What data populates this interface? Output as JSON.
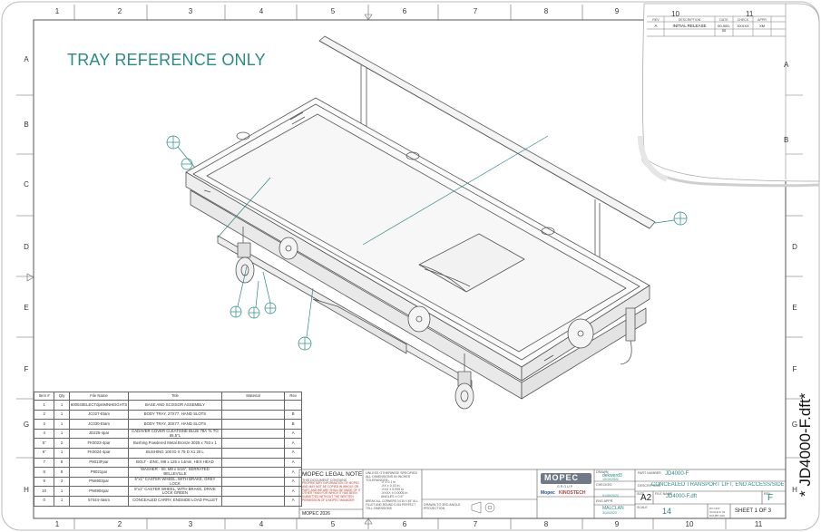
{
  "drawing": {
    "title": "TRAY REFERENCE ONLY",
    "file_label": "* JD4000-F.dft*",
    "zones_columns": [
      "1",
      "2",
      "3",
      "4",
      "5",
      "6",
      "7",
      "8",
      "9",
      "10",
      "11"
    ],
    "zones_rows": [
      "A",
      "B",
      "C",
      "D",
      "E",
      "F",
      "G",
      "H"
    ]
  },
  "bom": {
    "headers": [
      "Item #",
      "Qty",
      "File Name",
      "Title",
      "Material",
      "Rev"
    ],
    "rows": [
      [
        "1",
        "1",
        "600040ELECTdpmMNHEIGHTS",
        "BASE AND SCISSOR ASSEMBLY",
        "",
        ""
      ],
      [
        "2",
        "1",
        "JC027-Etam",
        "BODY TRAY, 27X77, HAND SLOTS",
        "",
        "B"
      ],
      [
        "3",
        "1",
        "JC030-Etam",
        "BODY TRAY, 30X77, HAND SLOTS",
        "",
        "B"
      ],
      [
        "4",
        "1",
        "JD225-4par",
        "CADAVER COVER CLEATISNE BLUE 78A ?L TO 65.5\"L",
        "",
        "A"
      ],
      [
        "5\"",
        "2",
        "FK0023-4par",
        "Bushing Powdered Metal Bronze 3025 x 753 x 1",
        "",
        "A"
      ],
      [
        "6\"",
        "1",
        "FK0024-4par",
        "BUSHING 100 ID X 75 D X1 20 L",
        "",
        "A"
      ],
      [
        "7",
        "8",
        "P8013Fpar",
        "BOLT - ZINC, M8 x 125 x 14mm, HEX HEAD",
        "",
        "A"
      ],
      [
        "8",
        "8",
        "P8021par",
        "WASHER - 50, M8 x 5/16\", SERRATED BELLEVILLE",
        "",
        "A"
      ],
      [
        "9",
        "3",
        "PN6903par",
        "5\"x1\" CASTER WHEEL, WITH BRAKE, GREY LOCK",
        "",
        "A"
      ],
      [
        "10",
        "1",
        "PN6904par",
        "5\"x1\" CASTER WHEEL, WITH BRAKE, DRIVE LOCK GREEN",
        "",
        "A"
      ],
      [
        "0",
        "1",
        "57444-4asm",
        "CONCEALED CARRY, ENDSIDE LOAD PALLET",
        "",
        "A"
      ]
    ]
  },
  "title_block": {
    "legal_heading": "MOPEC LEGAL NOTE",
    "legal_sub": "THIS DOCUMENT CONTAINS",
    "legal_body": "PROPRIETARY INFORMATION OF MOPEC AND MAY NOT BE COPIED IN WHOLE OR PART, AND WE ARE SHALL BE MADE OF IT OTHER THAN FOR WHICH IT HAS BEEN SUBMITTED WITHOUT THE WRITTEN PERMISSION OF A MOPEC MANAGER",
    "copyright": "MOPEC 2026",
    "tolerance_heading": "UNLESS OTHERWISE SPECIFIED ALL DIMENSIONS IN INCHES TOLERANCES:",
    "tolerances": [
      ".X   ± 0.1 in",
      ".XX   ± 0.03 in",
      ".XXX   ± 0.005 in",
      ".XXXX   ± 0.0005 in",
      "ANGLES   ± 0.5°"
    ],
    "break_note": "BREAK ALL CORNERS 0.015 X 45° ALL FILLET AND ROUND 0.015 PERFECT TOLL DIMENSIONS",
    "drawn_to": "DRAWN TO 3RD ANGLE PROJECTION",
    "company": "MOPEC",
    "company_sub": "GROUP",
    "partner": "Mopec",
    "partner2": "KINOSTECH",
    "drawn_label": "DRAWN",
    "drawn_by": "dekwerd3",
    "drawn_date": "10/10/2022",
    "checked_label": "CHECKED",
    "checked_date": "01/00/2022",
    "approved_label": "ENG APPR",
    "approved_by": "MALCLAN",
    "approved_date": "3/10/2022",
    "part_label": "PART NUMBER",
    "part_number": "JD4000-F",
    "desc_label": "DESCRIPTION",
    "description": "CONCEALED TRANSPORT LIFT, END ACCESS/SIDE ACCESS",
    "size_label": "SIZE",
    "size": "A2",
    "file_label": "FILE NAME",
    "file_name": "JD4000-F.dft",
    "rev_label": "REV",
    "rev": "F",
    "scale_label": "SCALE",
    "scale": "14",
    "noscale": "DO NOT SCALE IF IN DOUBT ASK",
    "sheet": "SHEET 1 OF 3"
  },
  "revision_block": {
    "headers": [
      "REV",
      "DESCRIPTION",
      "DATE",
      "CHECK",
      "APPR"
    ],
    "row": [
      "A",
      "INITIAL RELEASE",
      "00-000-00",
      "XXXXX",
      "XM"
    ],
    "col_10": "10",
    "col_11": "11",
    "row_a": "A",
    "row_b": "B"
  },
  "colors": {
    "accent": "#2a8a86",
    "line": "#555555",
    "legal": "#c0392b"
  }
}
